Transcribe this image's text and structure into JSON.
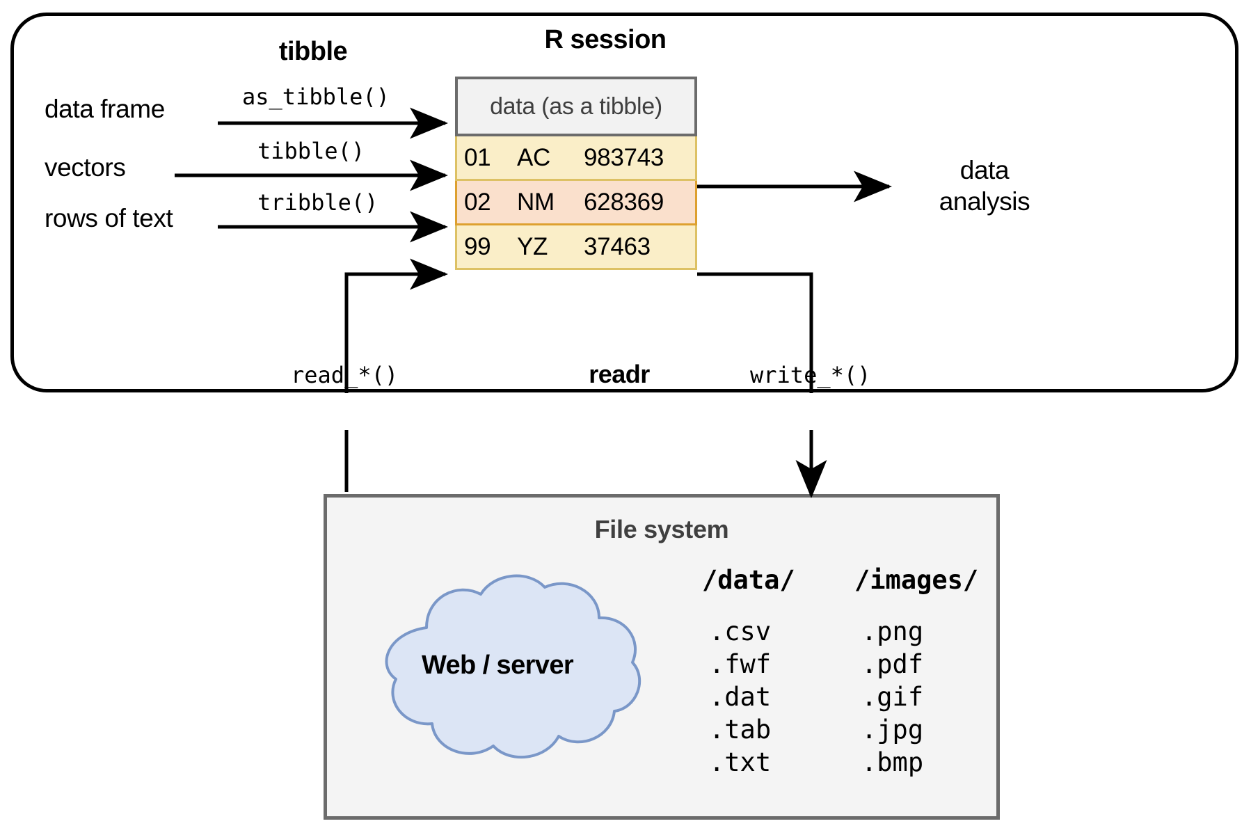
{
  "diagram": {
    "sections": {
      "tibble_title": "tibble",
      "r_session_title": "R session",
      "readr_title": "readr",
      "file_system_title": "File system"
    },
    "sources": [
      {
        "label": "data frame",
        "function": "as_tibble()"
      },
      {
        "label": "vectors",
        "function": "tibble()"
      },
      {
        "label": "rows of text",
        "function": "tribble()"
      }
    ],
    "output": {
      "label_line1": "data",
      "label_line2": "analysis"
    },
    "tibble_table": {
      "header": "data (as a tibble)",
      "rows": [
        {
          "id": "01",
          "state": "AC",
          "value": "983743",
          "highlight": false
        },
        {
          "id": "02",
          "state": "NM",
          "value": "628369",
          "highlight": true
        },
        {
          "id": "99",
          "state": "YZ",
          "value": "37463",
          "highlight": false
        }
      ]
    },
    "io_functions": {
      "read": "read_*()",
      "write": "write_*()"
    },
    "cloud": {
      "label": "Web / server"
    },
    "directories": [
      {
        "name": "/data/",
        "files": [
          ".csv",
          ".fwf",
          ".dat",
          ".tab",
          ".txt"
        ]
      },
      {
        "name": "/images/",
        "files": [
          ".png",
          ".pdf",
          ".gif",
          ".jpg",
          ".bmp"
        ]
      }
    ],
    "colors": {
      "row_normal_fill": "#faeec8",
      "row_normal_border": "#ddc164",
      "row_highlight_fill": "#fae0cc",
      "row_highlight_border": "#dda02f",
      "header_fill": "#f2f2f2",
      "header_border": "#6b6b6b",
      "filesystem_fill": "#f4f4f4",
      "filesystem_border": "#6b6b6b",
      "cloud_fill": "#dce5f5",
      "cloud_border": "#7a97c8",
      "arrow": "#000000"
    }
  }
}
